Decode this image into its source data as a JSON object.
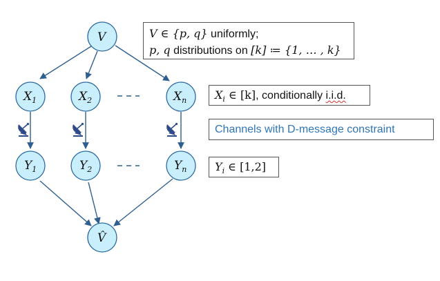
{
  "nodes": {
    "v": {
      "base": "V"
    },
    "x1": {
      "base": "X",
      "sub": "1"
    },
    "x2": {
      "base": "X",
      "sub": "2"
    },
    "xn": {
      "base": "X",
      "sub": "n"
    },
    "y1": {
      "base": "Y",
      "sub": "1"
    },
    "y2": {
      "base": "Y",
      "sub": "2"
    },
    "yn": {
      "base": "Y",
      "sub": "n"
    },
    "vhat": {
      "base": "V̂"
    }
  },
  "boxes": {
    "v_line1": {
      "math": "V ∈ {p, q}",
      "text": " uniformly;"
    },
    "v_line2": {
      "math": "p, q",
      "text": " distributions on ",
      "math2": "[k] ≔ {1, … , k}"
    },
    "x_box": {
      "math_base": "X",
      "math_sub": "i",
      "math_rest": " ∈ [k]",
      "text": ", conditionally ",
      "underlined": "i.i.d."
    },
    "channel_box": {
      "text": "Channels with D-message constraint"
    },
    "y_box": {
      "math_base": "Y",
      "math_sub": "i",
      "math_rest": " ∈ [1,2]"
    }
  },
  "colors": {
    "node_fill": "#c9eefc",
    "edge": "#2e5f8f",
    "channel_text": "#2f75b5",
    "antenna": "#2e4a8a"
  },
  "icons": [
    "satellite-dish-icon",
    "satellite-dish-icon",
    "satellite-dish-icon"
  ]
}
